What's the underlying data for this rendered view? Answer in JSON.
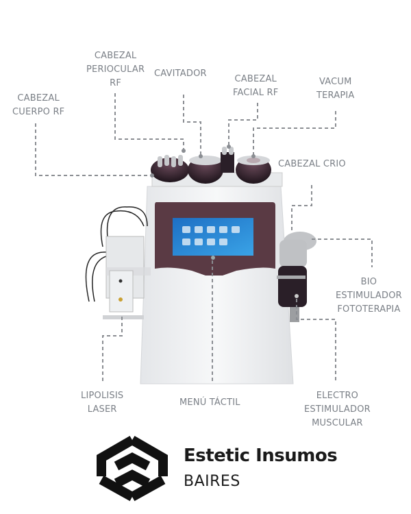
{
  "diagram": {
    "title": "Estetic Insumos Baires – Multifunction aesthetic machine components",
    "labels": {
      "cabezal_cuerpo_rf": [
        "CABEZAL",
        "CUERPO RF"
      ],
      "cabezal_periocular_rf": [
        "CABEZAL",
        "PERIOCULAR",
        "RF"
      ],
      "cavitador": [
        "CAVITADOR"
      ],
      "cabezal_facial_rf": [
        "CABEZAL",
        "FACIAL RF"
      ],
      "vacum_terapia": [
        "VACUM",
        "TERAPIA"
      ],
      "cabezal_crio": [
        "CABEZAL CRIO"
      ],
      "bio_estimulador": [
        "BIO",
        "ESTIMULADOR",
        "FOTOTERAPIA"
      ],
      "lipolisis_laser": [
        "LIPOLISIS",
        "LASER"
      ],
      "menu_tactil": [
        "MENÚ TÁCTIL"
      ],
      "electro_estimulador": [
        "ELECTRO",
        "ESTIMULADOR",
        "MUSCULAR"
      ]
    },
    "colors": {
      "label_text": "#7a7f86",
      "connector": "#8a8d92",
      "device_body": "#eceef0",
      "device_panel": "#5a3a44",
      "screen": "#2f8fd8",
      "handpiece_dark": "#2a1f28"
    }
  },
  "brand": {
    "name": "Estetic Insumos",
    "sub": "BAIRES"
  }
}
